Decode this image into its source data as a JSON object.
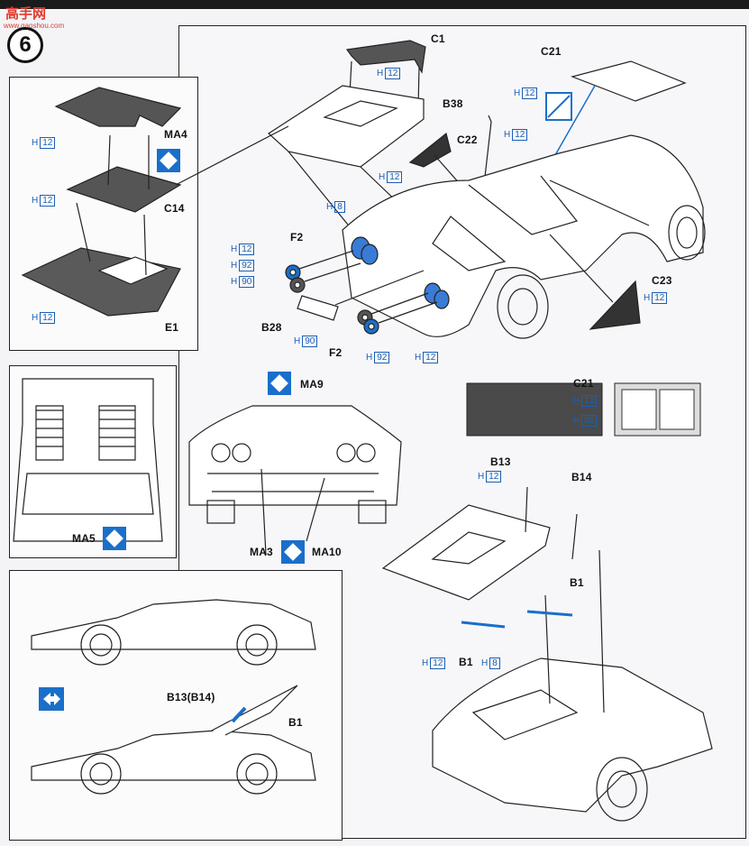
{
  "step_number": "6",
  "watermark": {
    "site": "高手网",
    "url": "www.gaoshou.com"
  },
  "parts": {
    "c1": "C1",
    "c21_top": "C21",
    "b38": "B38",
    "c22": "C22",
    "f2_top": "F2",
    "b28": "B28",
    "f2_bottom": "F2",
    "c23": "C23",
    "ma4": "MA4",
    "c14": "C14",
    "e1": "E1",
    "ma5": "MA5",
    "ma9": "MA9",
    "ma3": "MA3",
    "ma10": "MA10",
    "c21_mid": "C21",
    "b13": "B13",
    "b14": "B14",
    "b1_mid": "B1",
    "b1_bottom": "B1",
    "b13_b14": "B13(B14)",
    "b1_side": "B1"
  },
  "colors": {
    "prefix": "H",
    "h12": "12",
    "h8": "8",
    "h92": "92",
    "h90": "90",
    "h85": "85"
  },
  "theme": {
    "accent": "#1a6fc9",
    "line": "#222222",
    "paint_dark": "#4a4a4a"
  }
}
